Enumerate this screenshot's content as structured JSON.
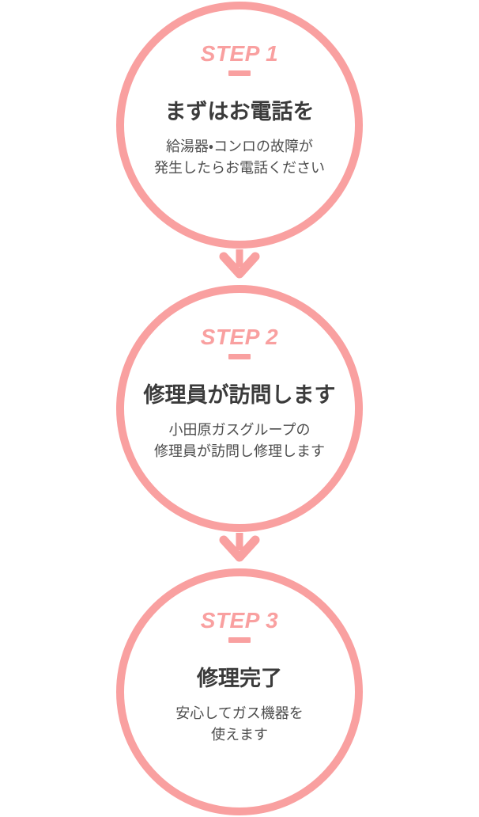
{
  "colors": {
    "accent": "#F9A0A0",
    "title_text": "#3B3B3B",
    "description_text": "#4D4D4D",
    "background": "#FFFFFF"
  },
  "connector_icon": "arrow-down",
  "steps": [
    {
      "label": "STEP 1",
      "title": "まずはお電話を",
      "description_lines": [
        "給湯器・コンロの故障が",
        "発生したらお電話ください"
      ]
    },
    {
      "label": "STEP 2",
      "title": "修理員が訪問します",
      "description_lines": [
        "小田原ガスグループの",
        "修理員が訪問し修理します"
      ]
    },
    {
      "label": "STEP 3",
      "title": "修理完了",
      "description_lines": [
        "安心してガス機器を",
        "使えます"
      ]
    }
  ]
}
